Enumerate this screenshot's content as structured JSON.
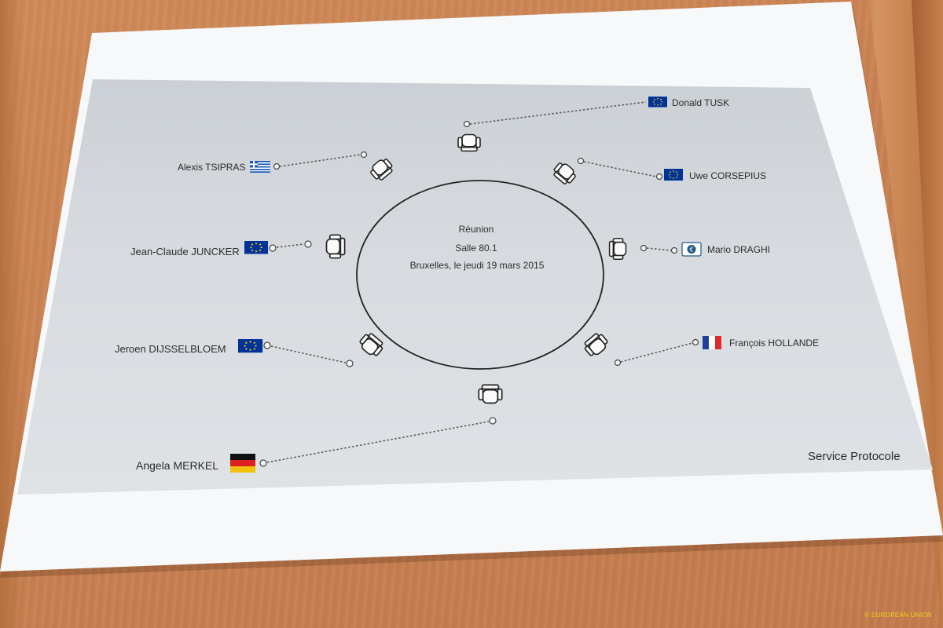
{
  "table_center": {
    "line1": "Réunion",
    "line2": "Salle 80.1",
    "line3": "Bruxelles, le jeudi 19 mars 2015"
  },
  "participants": {
    "tusk": {
      "name": "Donald TUSK",
      "flag": "eu-flag-icon"
    },
    "corsepius": {
      "name": "Uwe CORSEPIUS",
      "flag": "eu-flag-icon"
    },
    "draghi": {
      "name": "Mario DRAGHI",
      "flag": "ecb-logo-icon"
    },
    "hollande": {
      "name": "François HOLLANDE",
      "flag": "france-flag-icon"
    },
    "merkel": {
      "name": "Angela MERKEL",
      "flag": "germany-flag-icon"
    },
    "dijsselbloem": {
      "name": "Jeroen DIJSSELBLOEM",
      "flag": "eu-flag-icon"
    },
    "juncker": {
      "name": "Jean-Claude JUNCKER",
      "flag": "eu-flag-icon"
    },
    "tsipras": {
      "name": "Alexis TSIPRAS",
      "flag": "greece-flag-icon"
    }
  },
  "footer": {
    "service": "Service Protocole"
  },
  "credit": "© EUROPEAN UNION",
  "colors": {
    "eu_blue": "#003399",
    "eu_star": "#ffcc00",
    "table_line": "#222222",
    "paper_bg": "#d7dbdf"
  }
}
